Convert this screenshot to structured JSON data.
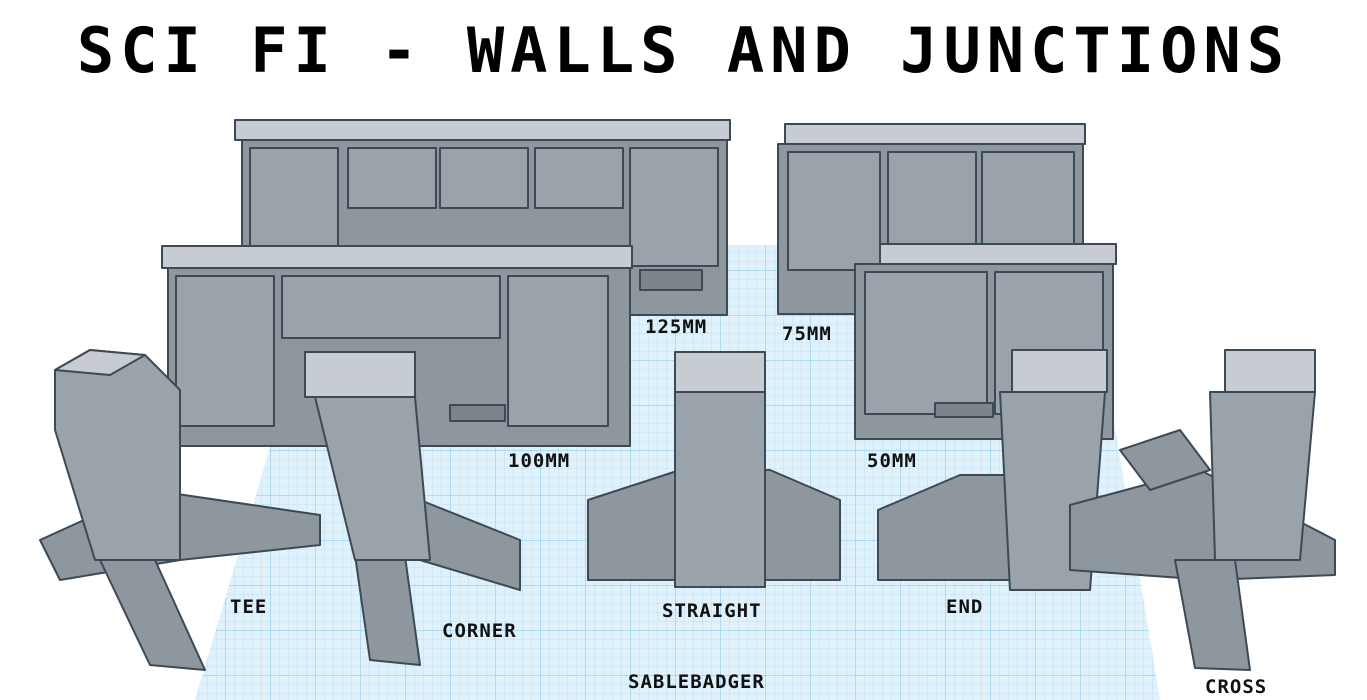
{
  "title": "SCI FI - WALLS AND JUNCTIONS",
  "labels": {
    "w125": "125MM",
    "w75": "75MM",
    "w100": "100MM",
    "w50": "50MM",
    "tee": "TEE",
    "corner": "CORNER",
    "straight": "STRAIGHT",
    "end": "END",
    "cross": "CROSS",
    "author": "SABLEBADGER"
  },
  "colors": {
    "background": "#ffffff",
    "grid": "#a9d6ee",
    "grid_plane": "#cfeaf8",
    "model": "#8e969e",
    "model_light": "#c3c9cf",
    "model_edge": "#3d4a55",
    "text": "#000000"
  }
}
